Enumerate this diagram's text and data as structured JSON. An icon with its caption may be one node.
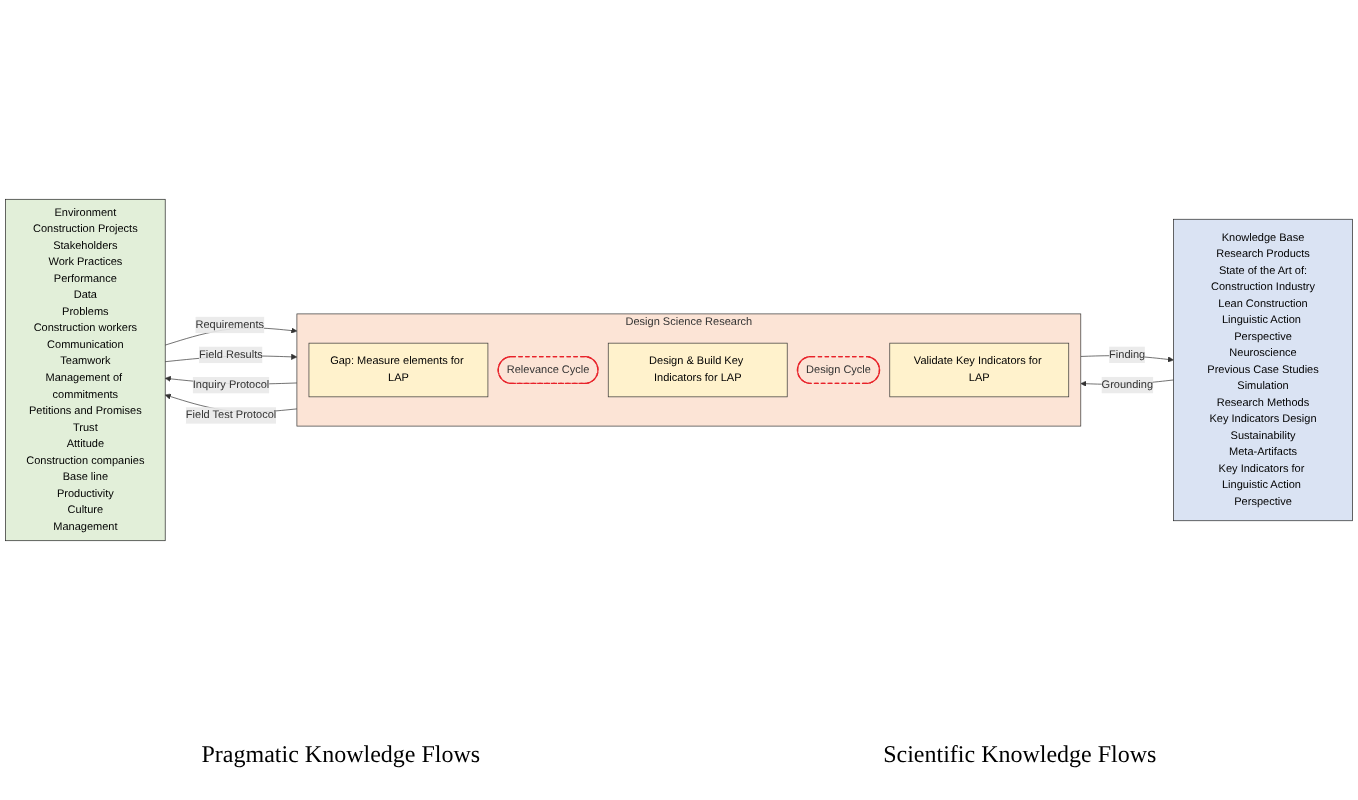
{
  "diagram": {
    "nodes": [
      {
        "text": [
          "Environment",
          "Construction Projects",
          "Stakeholders",
          "Work Practices",
          "Performance",
          "Data",
          "Problems",
          "Construction workers",
          "Communication",
          "Teamwork",
          "Management of commitments",
          "Petitions and Promises",
          "Trust",
          "Attitude",
          "Construction companies",
          "Base line",
          "Productivity",
          "Culture",
          "Management"
        ]
      },
      {
        "text": [
          "Design Science Research"
        ]
      },
      {
        "text": [
          "Gap: Measure elements for LAP"
        ],
        "in": 1
      },
      {
        "text": [
          "Relevance Cycle"
        ],
        "in": 1
      },
      {
        "text": [
          "Design & Build Key Indicators for LAP"
        ],
        "in": 1
      },
      {
        "text": [
          "Design Cycle"
        ],
        "in": 1
      },
      {
        "text": [
          "Validate Key Indicators for LAP"
        ],
        "in": 1
      },
      {
        "text": [
          "Knowledge Base",
          "Research Products",
          "State of the Art of:",
          "Construction Industry",
          "Lean Construction",
          "Linguistic Action Perspective",
          "Neuroscience",
          "Previous Case Studies",
          "Simulation",
          "Research Methods",
          "Key Indicators Design",
          "Sustainability",
          "Meta-Artifacts",
          "Key Indicators for Linguistic Action Perspective"
        ]
      }
    ],
    "edges": [
      {
        "from": 1,
        "to": 0,
        "arrow": "to",
        "label": "Inquiry Protocol"
      },
      {
        "from": 0,
        "to": 1,
        "arrow": "to",
        "label": "Requirements"
      },
      {
        "from": 7,
        "to": 1,
        "arrow": "to",
        "label": "Grounding"
      },
      {
        "from": 1,
        "to": 0,
        "arrow": "to",
        "label": "Field Test Protocol"
      },
      {
        "from": 1,
        "to": 7,
        "arrow": "to",
        "label": "Finding"
      },
      {
        "from": 0,
        "to": 1,
        "arrow": "to",
        "label": "Field Results"
      }
    ],
    "labels": [
      "Pragmatic Knowledge Flows",
      "Scientific Knowledge Flows"
    ]
  }
}
